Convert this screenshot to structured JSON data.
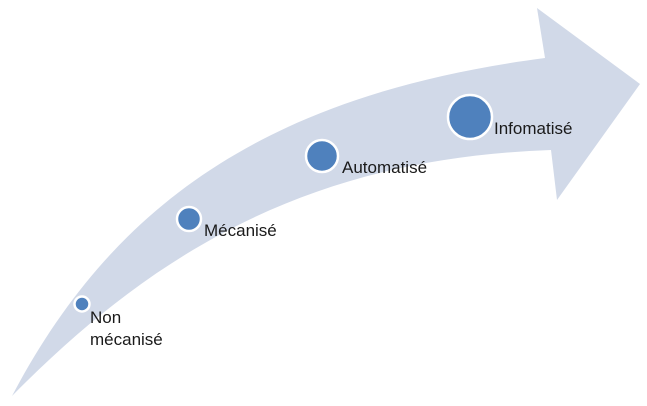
{
  "diagram": {
    "arrow_color": "#d1d9e8",
    "dot_color": "#4f81bd",
    "dot_border_color": "#ffffff",
    "steps": [
      {
        "label": "Non\nmécanisé",
        "line1": "Non",
        "line2": "mécanisé"
      },
      {
        "label": "Mécanisé"
      },
      {
        "label": "Automatisé"
      },
      {
        "label": "Infomatisé"
      }
    ]
  }
}
